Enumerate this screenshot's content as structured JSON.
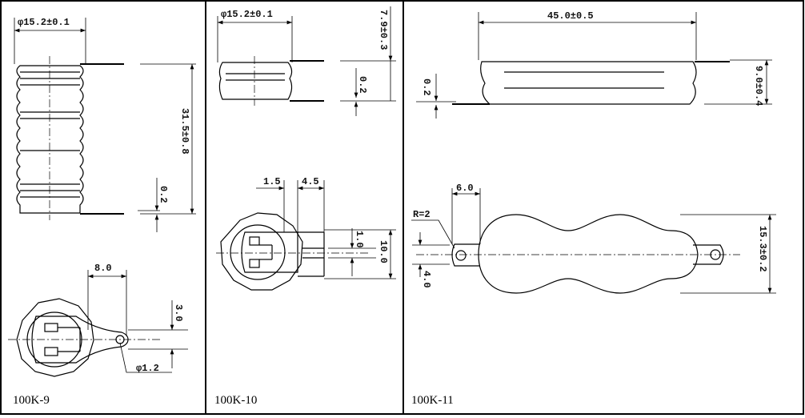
{
  "panels": [
    {
      "caption": "100K-9",
      "dims": {
        "diameter": "φ15.2±0.1",
        "height": "31.5±0.8",
        "tab_thickness": "0.2",
        "tab_length": "8.0",
        "tab_width": "3.0",
        "hole": "φ1.2"
      }
    },
    {
      "caption": "100K-10",
      "dims": {
        "diameter": "φ15.2±0.1",
        "height": "7.9±0.3",
        "tab_thickness": "0.2",
        "gap_a": "1.5",
        "gap_b": "4.5",
        "tab_width": "1.0",
        "pin_span": "10.0"
      }
    },
    {
      "caption": "100K-11",
      "dims": {
        "length": "45.0±0.5",
        "height": "9.0±0.4",
        "tab_thickness": "0.2",
        "tab_offset": "6.0",
        "radius": "R=2",
        "tab_width": "4.0",
        "width": "15.3±0.2"
      }
    }
  ]
}
